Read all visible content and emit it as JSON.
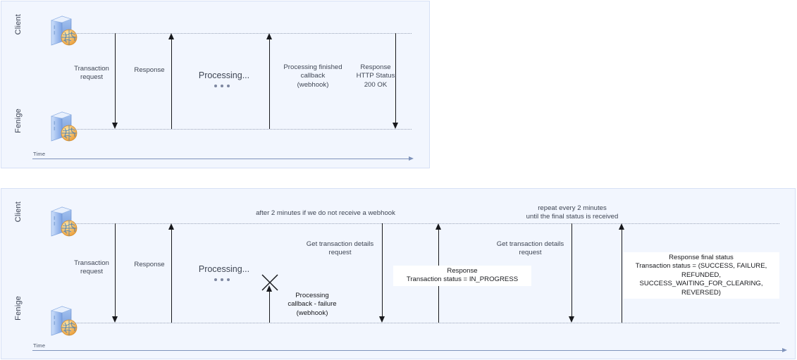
{
  "diagrams": [
    {
      "id": "webhook-success-flow",
      "actors": [
        {
          "name": "Client",
          "icon": "server-globe-icon"
        },
        {
          "name": "Fenige",
          "icon": "server-globe-icon"
        }
      ],
      "time_axis_label": "Time",
      "processing_label": "Processing...",
      "messages": [
        {
          "text": "Transaction\nrequest",
          "direction": "down"
        },
        {
          "text": "Response",
          "direction": "up"
        },
        {
          "text": "Processing finished\ncallback\n(webhook)",
          "direction": "up"
        },
        {
          "text": "Response\nHTTP Status\n200 OK",
          "direction": "down"
        }
      ]
    },
    {
      "id": "polling-fallback-flow",
      "actors": [
        {
          "name": "Client",
          "icon": "server-globe-icon"
        },
        {
          "name": "Fenige",
          "icon": "server-globe-icon"
        }
      ],
      "time_axis_label": "Time",
      "processing_label": "Processing...",
      "notes": [
        {
          "text": "after 2 minutes if we do not receive a webhook"
        },
        {
          "text": "repeat every 2 minutes\nuntil the final status is received"
        }
      ],
      "messages": [
        {
          "text": "Transaction\nrequest",
          "direction": "down"
        },
        {
          "text": "Response",
          "direction": "up"
        },
        {
          "text": "Processing\ncallback - failure\n(webhook)",
          "direction": "up",
          "failed": true
        },
        {
          "text": "Get transaction details\nrequest",
          "direction": "down"
        },
        {
          "text": "Response\nTransaction status = IN_PROGRESS",
          "direction": "up",
          "boxed": true
        },
        {
          "text": "Get transaction details\nrequest",
          "direction": "down"
        },
        {
          "text": "Response final status\nTransaction status = (SUCCESS, FAILURE,\nREFUNDED,\nSUCCESS_WAITING_FOR_CLEARING,\nREVERSED)",
          "direction": "up",
          "boxed": true
        }
      ]
    }
  ],
  "colors": {
    "panel_background": "#f2f6fe",
    "panel_border": "#d6e0f5",
    "lifeline": "#9aa4b8",
    "arrow": "#17181c",
    "time_axis": "#7f93bb",
    "text": "#3f4654",
    "note_box": "#ffffff"
  }
}
